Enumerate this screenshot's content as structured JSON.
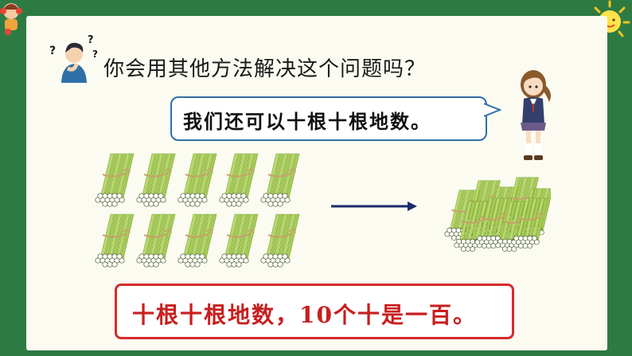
{
  "slide": {
    "question": "你会用其他方法解决这个问题吗？",
    "speech_bubble": "我们还可以十根十根地数。",
    "answer": "十根十根地数，10个十是一百。"
  },
  "colors": {
    "background_green": "#2e7a43",
    "board": "#fbfbf1",
    "bubble_border": "#2f6fa8",
    "answer_border": "#d62b2b",
    "answer_text": "#c81e1e",
    "stick_green": "#b9d96a",
    "arrow": "#1a2a6c"
  },
  "illustration": {
    "bundle_count": 10,
    "combined_bundles": 1,
    "icons": [
      "boy-thinking-icon",
      "girl-student-icon",
      "sun-icon",
      "cartoon-kid-icon",
      "question-mark-icon",
      "arrow-right-icon"
    ]
  }
}
